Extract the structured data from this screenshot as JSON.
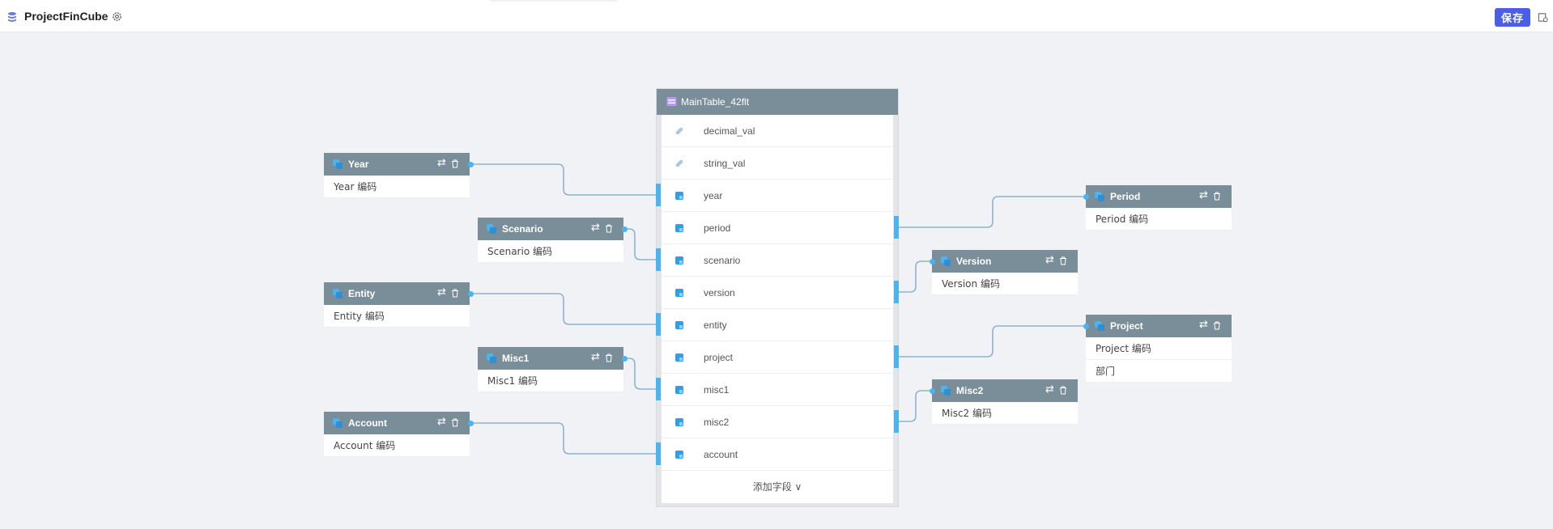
{
  "app": {
    "title": "ProjectFinCube",
    "save_label": "保存"
  },
  "main_table": {
    "name": "MainTable_42flt",
    "fields": [
      {
        "name": "decimal_val",
        "icon": "measure-icon"
      },
      {
        "name": "string_val",
        "icon": "measure-icon"
      },
      {
        "name": "year",
        "icon": "dimension-icon"
      },
      {
        "name": "period",
        "icon": "dimension-icon"
      },
      {
        "name": "scenario",
        "icon": "dimension-icon"
      },
      {
        "name": "version",
        "icon": "dimension-icon"
      },
      {
        "name": "entity",
        "icon": "dimension-icon"
      },
      {
        "name": "project",
        "icon": "dimension-icon"
      },
      {
        "name": "misc1",
        "icon": "dimension-icon"
      },
      {
        "name": "misc2",
        "icon": "dimension-icon"
      },
      {
        "name": "account",
        "icon": "dimension-icon"
      }
    ],
    "add_field_label": "添加字段 ∨"
  },
  "dimensions": {
    "year": {
      "name": "Year",
      "rows": [
        "Year 编码"
      ]
    },
    "scenario": {
      "name": "Scenario",
      "rows": [
        "Scenario 编码"
      ]
    },
    "entity": {
      "name": "Entity",
      "rows": [
        "Entity 编码"
      ]
    },
    "misc1": {
      "name": "Misc1",
      "rows": [
        "Misc1 编码"
      ]
    },
    "account": {
      "name": "Account",
      "rows": [
        "Account 编码"
      ]
    },
    "period": {
      "name": "Period",
      "rows": [
        "Period 编码"
      ]
    },
    "version": {
      "name": "Version",
      "rows": [
        "Version 编码"
      ]
    },
    "project": {
      "name": "Project",
      "rows": [
        "Project 编码",
        "部门"
      ]
    },
    "misc2": {
      "name": "Misc2",
      "rows": [
        "Misc2 编码"
      ]
    }
  },
  "colors": {
    "accent": "#4b5ee8",
    "header": "#7a8e9a",
    "link": "#8fb3c6",
    "port": "#4ab3f0"
  }
}
